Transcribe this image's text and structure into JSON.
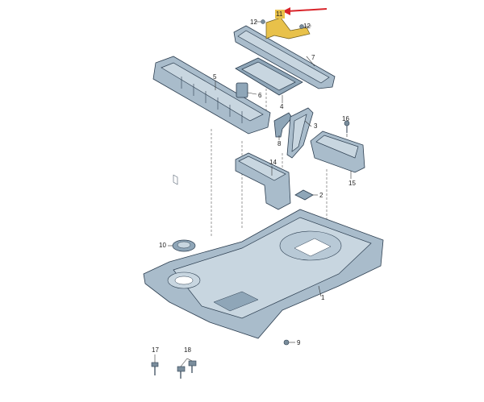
{
  "diagram": {
    "callouts": [
      {
        "id": "c1",
        "label": "1"
      },
      {
        "id": "c2",
        "label": "2"
      },
      {
        "id": "c3",
        "label": "3"
      },
      {
        "id": "c4",
        "label": "4"
      },
      {
        "id": "c5",
        "label": "5"
      },
      {
        "id": "c6",
        "label": "6"
      },
      {
        "id": "c7",
        "label": "7"
      },
      {
        "id": "c8",
        "label": "8"
      },
      {
        "id": "c9",
        "label": "9"
      },
      {
        "id": "c10",
        "label": "10"
      },
      {
        "id": "c11",
        "label": "11"
      },
      {
        "id": "c12a",
        "label": "12"
      },
      {
        "id": "c12b",
        "label": "12"
      },
      {
        "id": "c14",
        "label": "14"
      },
      {
        "id": "c15",
        "label": "15"
      },
      {
        "id": "c16",
        "label": "16"
      },
      {
        "id": "c17",
        "label": "17"
      },
      {
        "id": "c18",
        "label": "18"
      }
    ],
    "highlight_color": "#e8c14a",
    "arrow_color": "#d9252b",
    "part_color": "#a9bccb"
  }
}
